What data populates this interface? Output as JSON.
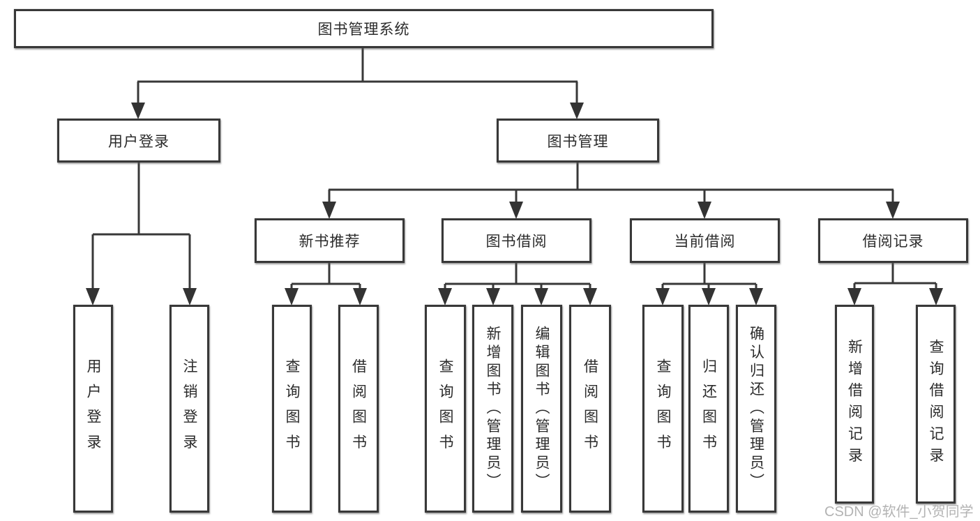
{
  "diagram_title": "图书管理系统",
  "tree": {
    "label": "图书管理系统",
    "children": [
      {
        "label": "用户登录",
        "children": [
          {
            "label": "用户登录"
          },
          {
            "label": "注销登录"
          }
        ]
      },
      {
        "label": "图书管理",
        "children": [
          {
            "label": "新书推荐",
            "children": [
              {
                "label": "查询图书"
              },
              {
                "label": "借阅图书"
              }
            ]
          },
          {
            "label": "图书借阅",
            "children": [
              {
                "label": "查询图书"
              },
              {
                "label": "新增图书（管理员）"
              },
              {
                "label": "编辑图书（管理员）"
              },
              {
                "label": "借阅图书"
              }
            ]
          },
          {
            "label": "当前借阅",
            "children": [
              {
                "label": "查询图书"
              },
              {
                "label": "归还图书"
              },
              {
                "label": "确认归还（管理员）"
              }
            ]
          },
          {
            "label": "借阅记录",
            "children": [
              {
                "label": "新增借阅记录"
              },
              {
                "label": "查询借阅记录"
              }
            ]
          }
        ]
      }
    ]
  },
  "watermark": {
    "text": "CSDN @软件_小贺同学"
  },
  "colors": {
    "line": "#383838",
    "box_border": "#383838",
    "text": "#2b2b2b",
    "background": "#ffffff",
    "watermark": "#b3b3b3"
  }
}
